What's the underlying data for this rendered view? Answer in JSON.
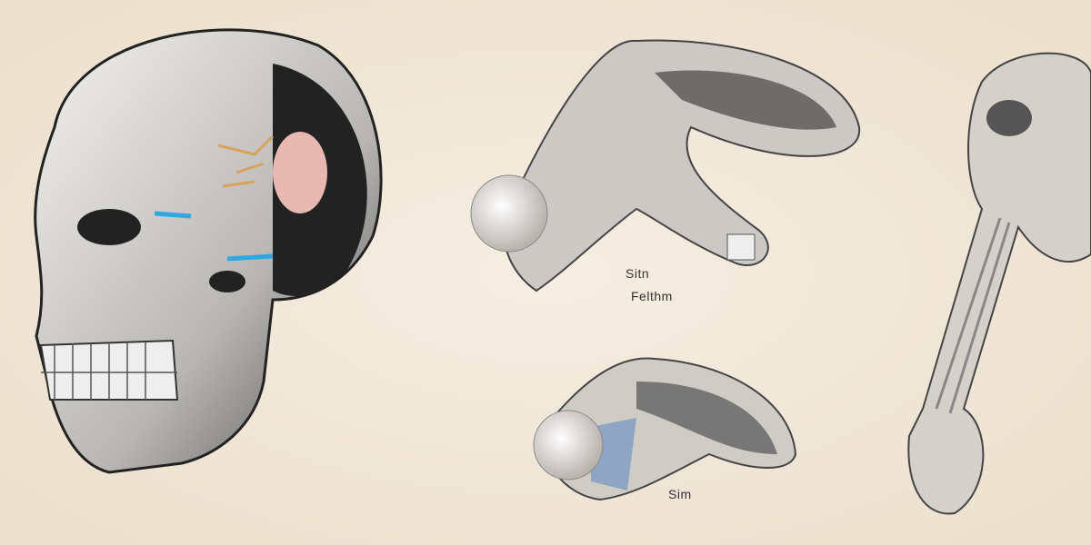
{
  "labels": {
    "upper_small": "Sitn",
    "upper_large": "Felthm",
    "lower": "Sim"
  },
  "colors": {
    "background": "#f1e7d8",
    "bone": "#d9d6d2",
    "shadow": "#3a3a3a",
    "accent_blue": "#2fa7e0",
    "tissue_pink": "#e8b9b0",
    "nerve_orange": "#d9a25a"
  }
}
